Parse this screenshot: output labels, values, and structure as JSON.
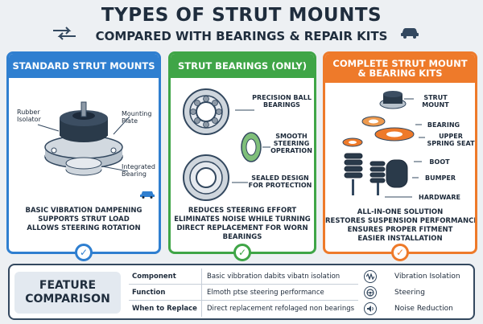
{
  "header": {
    "title": "TYPES OF STRUT MOUNTS",
    "subtitle": "COMPARED WITH BEARINGS & REPAIR KITS"
  },
  "panels": [
    {
      "heading": "STANDARD STRUT MOUNTS",
      "color": "#2f7fd0",
      "labels": {
        "rubber": "Rubber Isolator",
        "plate": "Mounting Plate",
        "bearing": "Integrated Bearing"
      },
      "desc": [
        "BASIC VIBRATION DAMPENING",
        "SUPPORTS STRUT LOAD",
        "ALLOWS STEERING ROTATION"
      ]
    },
    {
      "heading": "STRUT BEARINGS (ONLY)",
      "color": "#3fa547",
      "labels": {
        "precision": "PRECISION BALL BEARINGS",
        "smooth": "SMOOTH STEERING OPERATION",
        "sealed": "SEALED DESIGN FOR PROTECTION"
      },
      "desc": [
        "REDUCES STEERING EFFORT",
        "ELIMINATES NOISE WHILE TURNING",
        "DIRECT REPLACEMENT FOR WORN",
        "BEARINGS"
      ]
    },
    {
      "heading_line1": "COMPLETE STRUT MOUNT",
      "heading_line2": "& BEARING KITS",
      "color": "#ee7a2a",
      "labels": {
        "mount": "STRUT MOUNT",
        "bearing": "BEARING",
        "spring": "UPPER SPRING SEAT",
        "boot": "BOOT",
        "bumper": "BUMPER",
        "hardware": "HARDWARE"
      },
      "desc": [
        "ALL-IN-ONE SOLUTION",
        "RESTORES SUSPENSION PERFORMANCE",
        "ENSURES PROPER FITMENT",
        "EASIER INSTALLATION"
      ]
    }
  ],
  "comparison": {
    "title_line1": "FEATURE",
    "title_line2": "COMPARISON",
    "rows": [
      {
        "label": "Component",
        "value": "Basic vibbration dabits vibatn isolation"
      },
      {
        "label": "Function",
        "value": "Elmoth ptse steering performance"
      },
      {
        "label": "When to Replace",
        "value": "Direct replacement refolaged non bearings"
      }
    ],
    "legend": [
      {
        "icon": "wave-icon",
        "label": "Vibration Isolation"
      },
      {
        "icon": "steering-wheel-icon",
        "label": "Steering"
      },
      {
        "icon": "speaker-icon",
        "label": "Noise Reduction"
      }
    ]
  }
}
